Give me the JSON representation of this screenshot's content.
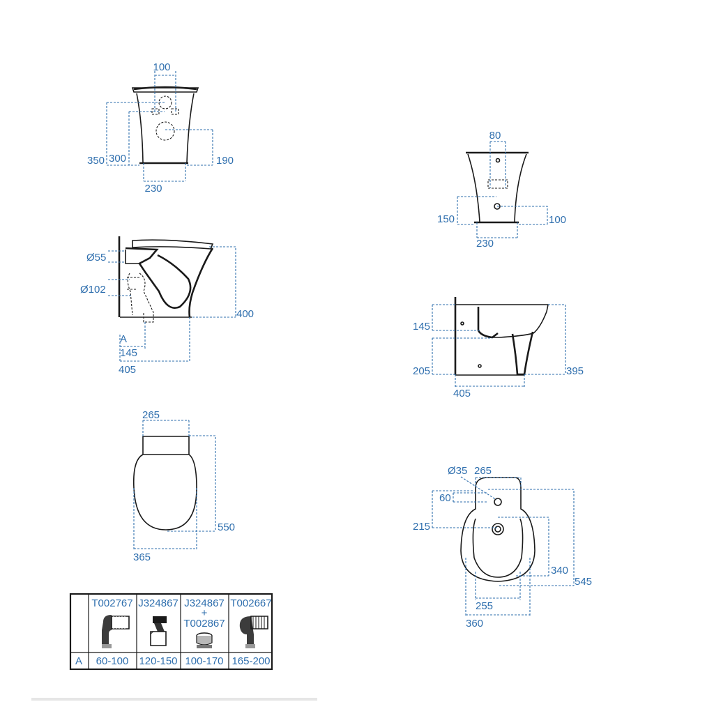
{
  "wc_front": {
    "top_width": "100",
    "height_total": "350",
    "height_inner": "300",
    "outlet_height": "190",
    "base_width": "230"
  },
  "wc_side": {
    "inlet_diameter": "Ø55",
    "outlet_diameter": "Ø102",
    "height": "400",
    "label_a": "A",
    "offset": "145",
    "depth": "405"
  },
  "wc_top": {
    "seat_width": "265",
    "length": "550",
    "width": "365"
  },
  "bidet_front": {
    "tap_spacing": "80",
    "outlet_height": "150",
    "waste_height": "100",
    "base_width": "230"
  },
  "bidet_side": {
    "rim_height": "145",
    "waste_height": "205",
    "total_height": "395",
    "depth": "405"
  },
  "bidet_top": {
    "tap_hole": "Ø35",
    "width_top": "265",
    "tap_offset": "60",
    "bowl_offset": "215",
    "bowl_length": "340",
    "total_length": "545",
    "bowl_width": "255",
    "total_width": "360"
  },
  "table": {
    "row_label": "A",
    "columns": [
      {
        "code": "T002767",
        "code2": "",
        "plus": "",
        "range": "60-100"
      },
      {
        "code": "J324867",
        "code2": "",
        "plus": "",
        "range": "120-150"
      },
      {
        "code": "J324867",
        "code2": "T002867",
        "plus": "+",
        "range": "100-170"
      },
      {
        "code": "T002667",
        "code2": "",
        "plus": "",
        "range": "165-200"
      }
    ]
  }
}
